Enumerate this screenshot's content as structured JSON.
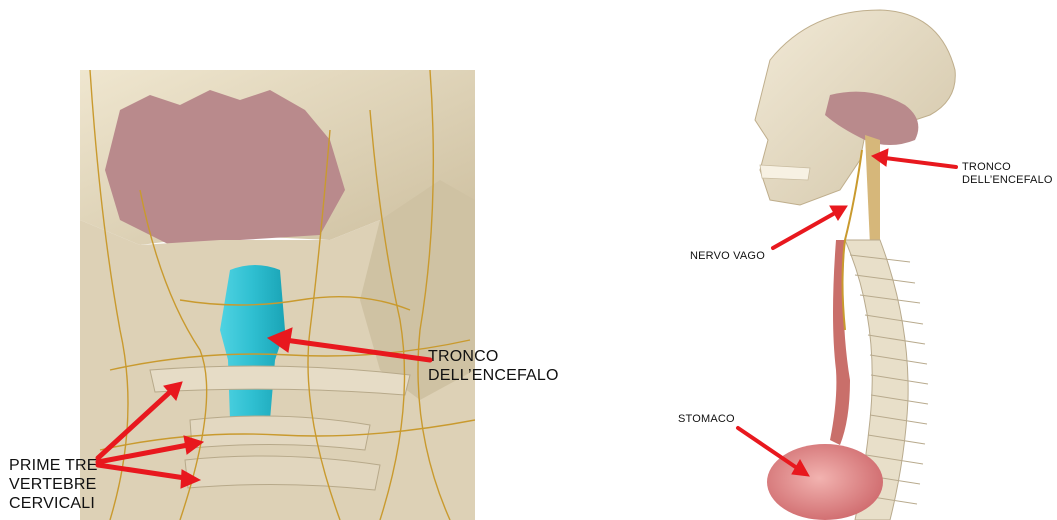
{
  "left_figure": {
    "labels": {
      "brainstem": [
        "TRONCO",
        "DELL’ENCEFALO"
      ],
      "vertebrae": [
        "PRIME TRE",
        "VERTEBRE",
        "CERVICALI"
      ]
    }
  },
  "right_figure": {
    "labels": {
      "brainstem": [
        "TRONCO",
        "DELL’ENCEFALO"
      ],
      "vagus": "NERVO VAGO",
      "stomach": "STOMACO"
    }
  },
  "colors": {
    "arrow": "#e8181e",
    "bone": "#e7dcc3",
    "brain": "#b98a8c",
    "brainstem_highlight": "#38c6d6",
    "nerves": "#c99a2e",
    "stomach": "#d9787a"
  }
}
